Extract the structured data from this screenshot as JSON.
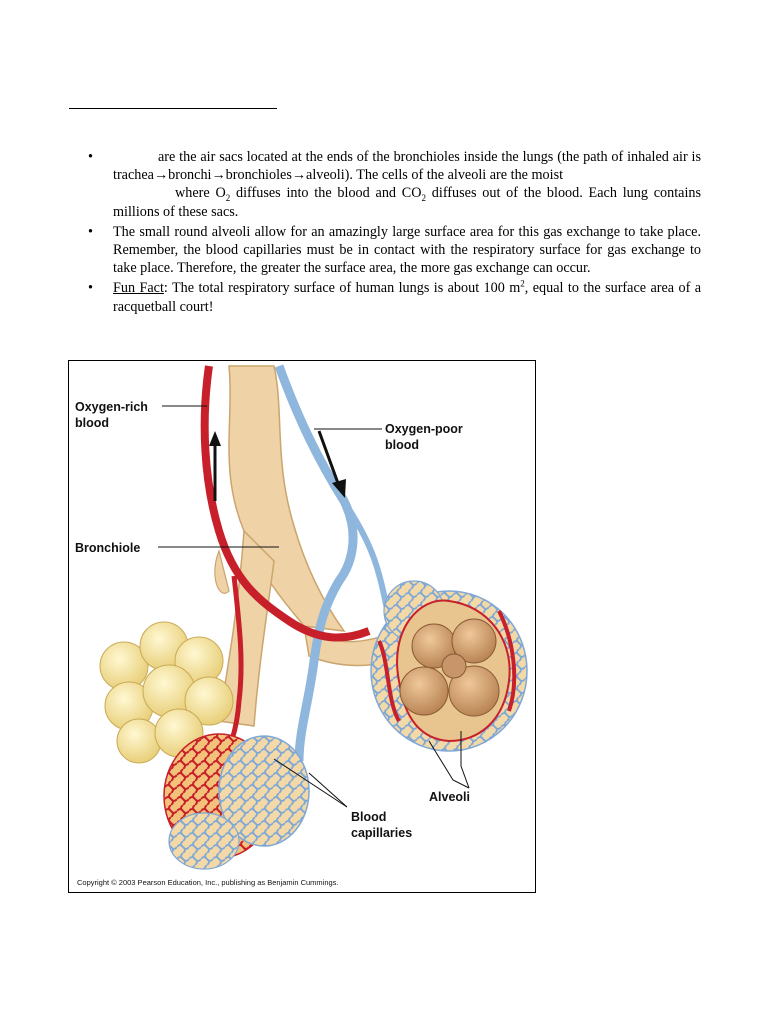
{
  "bullets": {
    "b1": {
      "t1": "are the air sacs located at the ends of the bronchioles inside the lungs (the path of inhaled air is trachea→bronchi→bronchioles→alveoli).  The cells of the alveoli are the moist",
      "t2": "where O",
      "t3": " diffuses into the blood and CO",
      "t4": " diffuses out of the blood.  Each lung contains millions of these sacs."
    },
    "b2": {
      "text": "The small round alveoli allow for an amazingly large surface area for this gas exchange to take place.  Remember, the blood capillaries must be in contact with the respiratory surface for gas exchange to take place.  Therefore, the greater the surface area, the more gas exchange can occur."
    },
    "b3": {
      "label": "Fun Fact",
      "t1": ": The total respiratory surface of human lungs is about 100 m",
      "sup": "2",
      "t2": ", equal to the surface area of a racquetball court!"
    },
    "sub_2": "2",
    "bullet_char": "•"
  },
  "figure": {
    "labels": {
      "oxygen_rich_1": "Oxygen-rich",
      "oxygen_rich_2": "blood",
      "oxygen_poor_1": "Oxygen-poor",
      "oxygen_poor_2": "blood",
      "bronchiole": "Bronchiole",
      "alveoli": "Alveoli",
      "capillaries_1": "Blood",
      "capillaries_2": "capillaries"
    },
    "copyright": "Copyright © 2003 Pearson Education, Inc., publishing as Benjamin Cummings.",
    "colors": {
      "artery_red": "#c8202a",
      "vein_blue": "#8fb6dc",
      "bronchiole_tan": "#efd3a6",
      "alveoli_yellow": "#f5e6a0",
      "alveolus_inner": "#d4a77a"
    }
  }
}
